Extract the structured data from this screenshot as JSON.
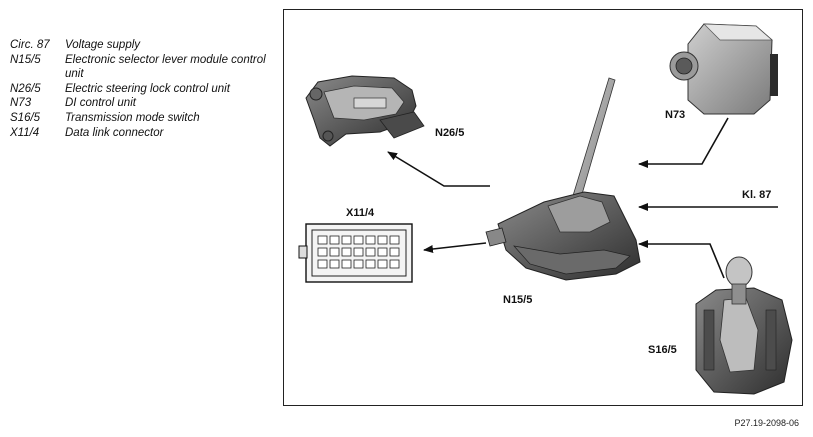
{
  "legend": [
    {
      "code": "Circ. 87",
      "desc": "Voltage supply"
    },
    {
      "code": "N15/5",
      "desc": "Electronic selector lever module control unit"
    },
    {
      "code": "N26/5",
      "desc": "Electric steering lock control unit"
    },
    {
      "code": "N73",
      "desc": "DI control unit"
    },
    {
      "code": "S16/5",
      "desc": "Transmission mode switch"
    },
    {
      "code": "X11/4",
      "desc": "Data link connector"
    }
  ],
  "diagram": {
    "labels": {
      "n26_5": "N26/5",
      "n73": "N73",
      "kl87": "Kl. 87",
      "x11_4": "X11/4",
      "n15_5": "N15/5",
      "s16_5": "S16/5"
    }
  },
  "figure_ref": "P27.19-2098-06"
}
